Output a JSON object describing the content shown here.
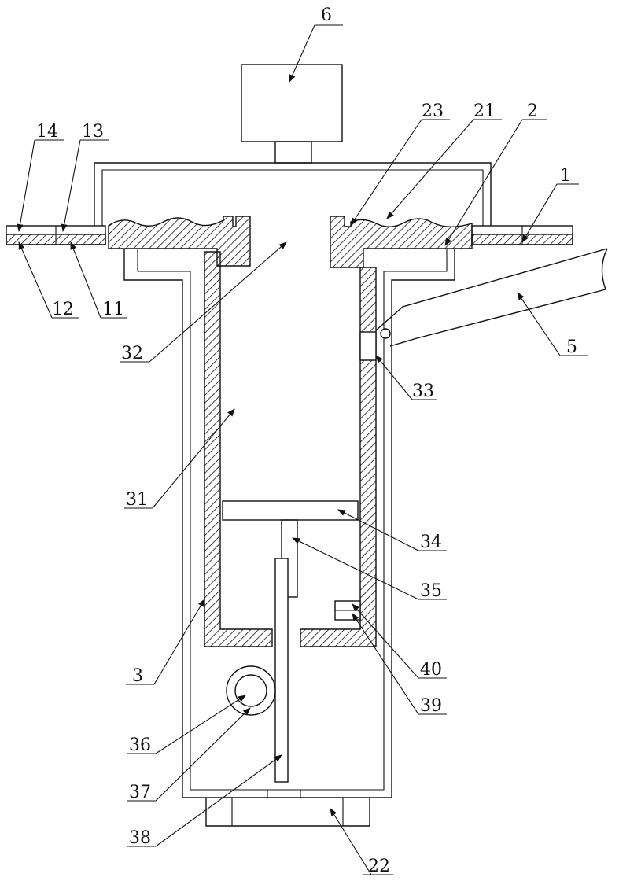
{
  "diagram": {
    "labels": [
      {
        "id": "l6",
        "text": "6"
      },
      {
        "id": "l23",
        "text": "23"
      },
      {
        "id": "l21",
        "text": "21"
      },
      {
        "id": "l2",
        "text": "2"
      },
      {
        "id": "l14",
        "text": "14"
      },
      {
        "id": "l13",
        "text": "13"
      },
      {
        "id": "l1",
        "text": "1"
      },
      {
        "id": "l12",
        "text": "12"
      },
      {
        "id": "l11",
        "text": "11"
      },
      {
        "id": "l32",
        "text": "32"
      },
      {
        "id": "l5",
        "text": "5"
      },
      {
        "id": "l33",
        "text": "33"
      },
      {
        "id": "l31",
        "text": "31"
      },
      {
        "id": "l34",
        "text": "34"
      },
      {
        "id": "l35",
        "text": "35"
      },
      {
        "id": "l40",
        "text": "40"
      },
      {
        "id": "l3",
        "text": "3"
      },
      {
        "id": "l39",
        "text": "39"
      },
      {
        "id": "l36",
        "text": "36"
      },
      {
        "id": "l37",
        "text": "37"
      },
      {
        "id": "l38",
        "text": "38"
      },
      {
        "id": "l22",
        "text": "22"
      }
    ]
  }
}
